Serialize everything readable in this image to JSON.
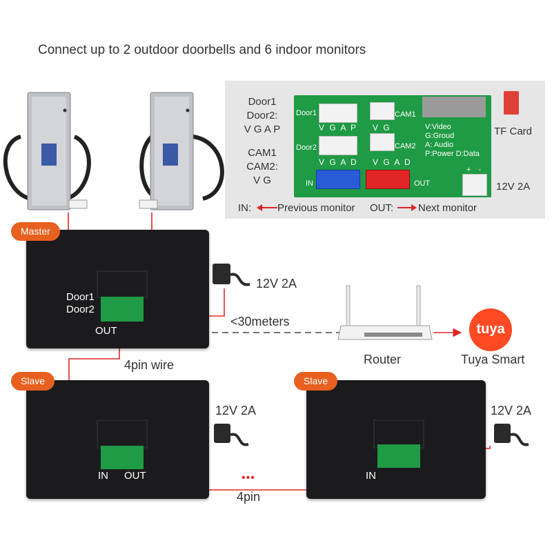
{
  "title": "Connect up to 2 outdoor doorbells and 6 indoor monitors",
  "panel": {
    "door_labels": [
      "Door1",
      "Door2:",
      "V G A P"
    ],
    "cam_labels": [
      "CAM1",
      "CAM2:",
      "V G"
    ],
    "pcb": {
      "door1": "Door1",
      "door2": "Door2",
      "cam1": "CAM1",
      "cam2": "CAM2",
      "vgap": "V G A P",
      "vg": "V G",
      "vgad": "V G A D",
      "in": "IN",
      "out": "OUT",
      "legend": [
        "V:Video",
        "G:Groud",
        "A: Audio",
        "P:Power D:Data"
      ],
      "polarity": "+ -"
    },
    "tf_card": "TF Card",
    "power": "12V 2A",
    "in_label": "IN:",
    "in_desc": "Previous monitor",
    "out_label": "OUT:",
    "out_desc": "Next monitor"
  },
  "master": {
    "tag": "Master",
    "door1": "Door1",
    "door2": "Door2",
    "out": "OUT",
    "power": "12V 2A",
    "distance": "<30meters"
  },
  "wire_label": "4pin wire",
  "router_label": "Router",
  "tuya_label": "Tuya Smart",
  "tuya_logo": "tuya",
  "slave1": {
    "tag": "Slave",
    "power": "12V 2A",
    "in": "IN",
    "out": "OUT"
  },
  "slave2": {
    "tag": "Slave",
    "power": "12V 2A",
    "in": "IN"
  },
  "bottom_dots": "•••",
  "bottom_wire": "4pin",
  "colors": {
    "accent": "#e8601f",
    "wire": "#e02626",
    "pcb": "#1f9a45",
    "tuya": "#ff4a24"
  }
}
